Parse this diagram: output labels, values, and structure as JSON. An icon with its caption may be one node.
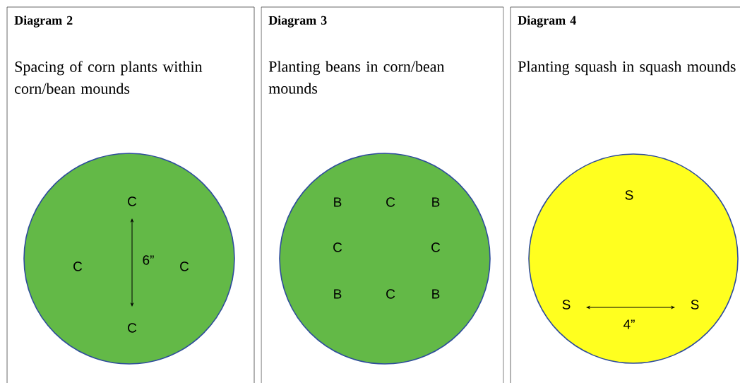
{
  "diagram": {
    "nodes": [
      {
        "text": [
          "Diagram 2",
          "Spacing of corn plants within corn/bean mounds"
        ]
      },
      {
        "text": [
          "C",
          "C",
          "C",
          "C"
        ],
        "in": 0
      },
      {
        "text": [
          "Diagram 3",
          "Planting beans in corn/bean mounds"
        ]
      },
      {
        "text": [
          "B",
          "C",
          "B",
          "C",
          "C",
          "B",
          "C",
          "B"
        ],
        "in": 2
      },
      {
        "text": [
          "Diagram 4",
          "Planting squash in squash mounds"
        ]
      },
      {
        "text": [
          "S",
          "S",
          "S"
        ],
        "in": 4
      }
    ],
    "labels": [
      "6”",
      "4”"
    ]
  }
}
